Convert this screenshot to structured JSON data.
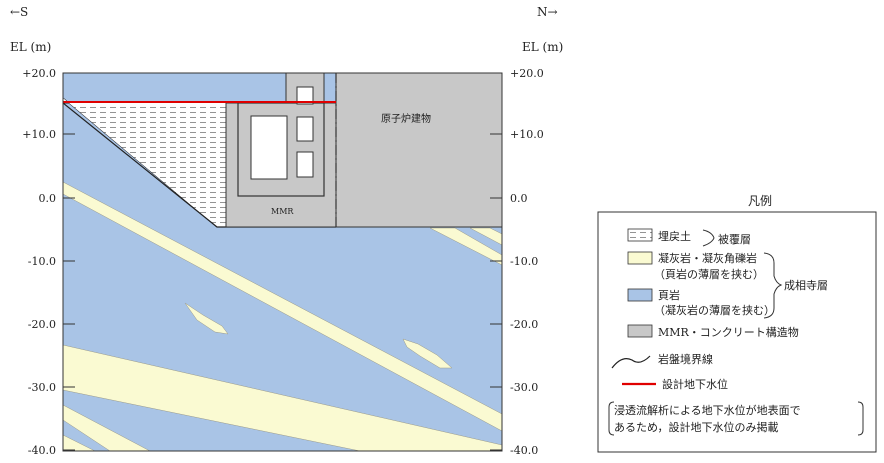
{
  "header": {
    "left_direction": "←S",
    "right_direction": "N→",
    "left_axis_label": "EL (m)",
    "right_axis_label": "EL (m)"
  },
  "axis": {
    "left_ticks": [
      "+20.0",
      "+10.0",
      "0.0",
      "-10.0",
      "-20.0",
      "-30.0",
      "-40.0"
    ],
    "right_ticks": [
      "+20.0",
      "+10.0",
      "0.0",
      "-10.0",
      "-20.0",
      "-30.0",
      "-40.0"
    ]
  },
  "section": {
    "building_label": "原子炉建物",
    "mmr_label": "MMR"
  },
  "legend": {
    "title": "凡例",
    "items": {
      "fill_soil": "埋戻土",
      "tuff_line1": "凝灰岩・凝灰角礫岩",
      "tuff_line2": "（頁岩の薄層を挟む）",
      "shale_line1": "頁岩",
      "shale_line2": "（凝灰岩の薄層を挟む）",
      "mmr": "MMR・コンクリート構造物",
      "bedrock_boundary": "岩盤境界線",
      "design_groundwater": "設計地下水位"
    },
    "groups": {
      "cover_layer": "被覆層",
      "formation": "成相寺層"
    },
    "note_line1": "浸透流解析による地下水位が地表面で",
    "note_line2": "あるため，設計地下水位のみ掲載"
  },
  "colors": {
    "shale": "#a9c4e6",
    "tuff": "#fafad2",
    "concrete": "#c8c8c8",
    "water_level": "#e00000",
    "lines": "#333333"
  }
}
